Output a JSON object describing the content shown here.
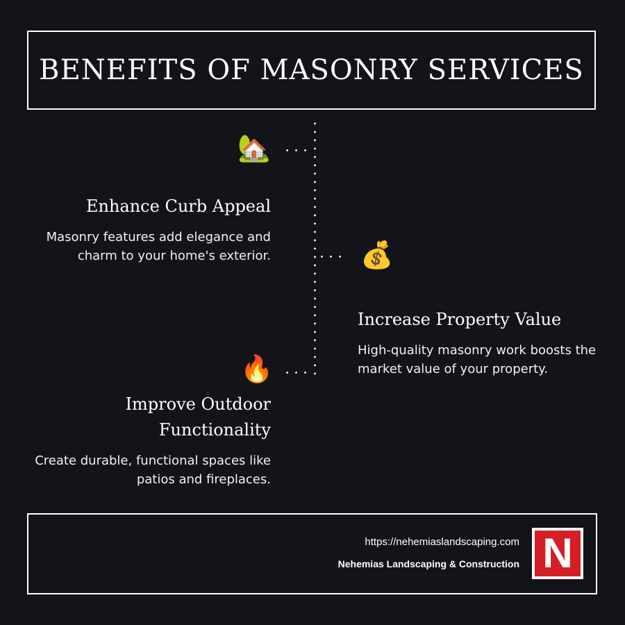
{
  "title": "BENEFITS OF MASONRY SERVICES",
  "benefits": [
    {
      "icon": "house-with-garden-icon",
      "emoji": "🏡",
      "title": "Enhance Curb Appeal",
      "description": "Masonry features add elegance and charm to your home's exterior."
    },
    {
      "icon": "money-bag-icon",
      "emoji": "💰",
      "title": "Increase Property Value",
      "description": "High-quality masonry work boosts the market value of your property."
    },
    {
      "icon": "fire-icon",
      "emoji": "🔥",
      "title": "Improve Outdoor Functionality",
      "description": "Create durable, functional spaces like patios and fireplaces."
    }
  ],
  "footer": {
    "url": "https://nehemiaslandscaping.com",
    "company": "Nehemias Landscaping & Construction",
    "logo_letter": "N"
  },
  "colors": {
    "background": "#13131a",
    "text": "#ffffff",
    "logo_red": "#d51f26"
  }
}
